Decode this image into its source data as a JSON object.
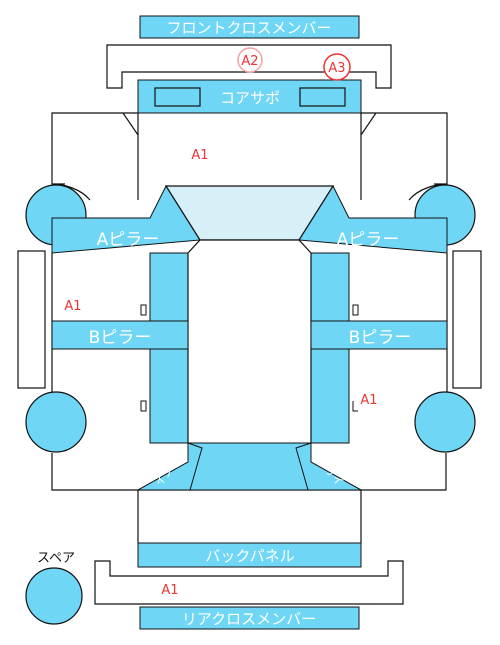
{
  "parts": {
    "front_cross_member": "フロントクロスメンバー",
    "core_support": "コアサポ",
    "a_pillar_left": "Aピラー",
    "a_pillar_right": "Aピラー",
    "b_pillar_left": "Bピラー",
    "b_pillar_right": "Bピラー",
    "inner_left": "インサイ",
    "inner_right": "インサイ",
    "back_panel": "バックパネル",
    "rear_cross_member": "リアクロスメンバー",
    "spare": "スペア"
  },
  "markers": {
    "a2": "A2",
    "a3": "A3",
    "front_area": "A1",
    "left_side": "A1",
    "right_side": "A1",
    "rear": "A1"
  },
  "colors": {
    "part_fill": "#6fd6f6",
    "windshield_fill": "#d7f0f8",
    "outline": "#111111",
    "marker": "#ee3333"
  }
}
